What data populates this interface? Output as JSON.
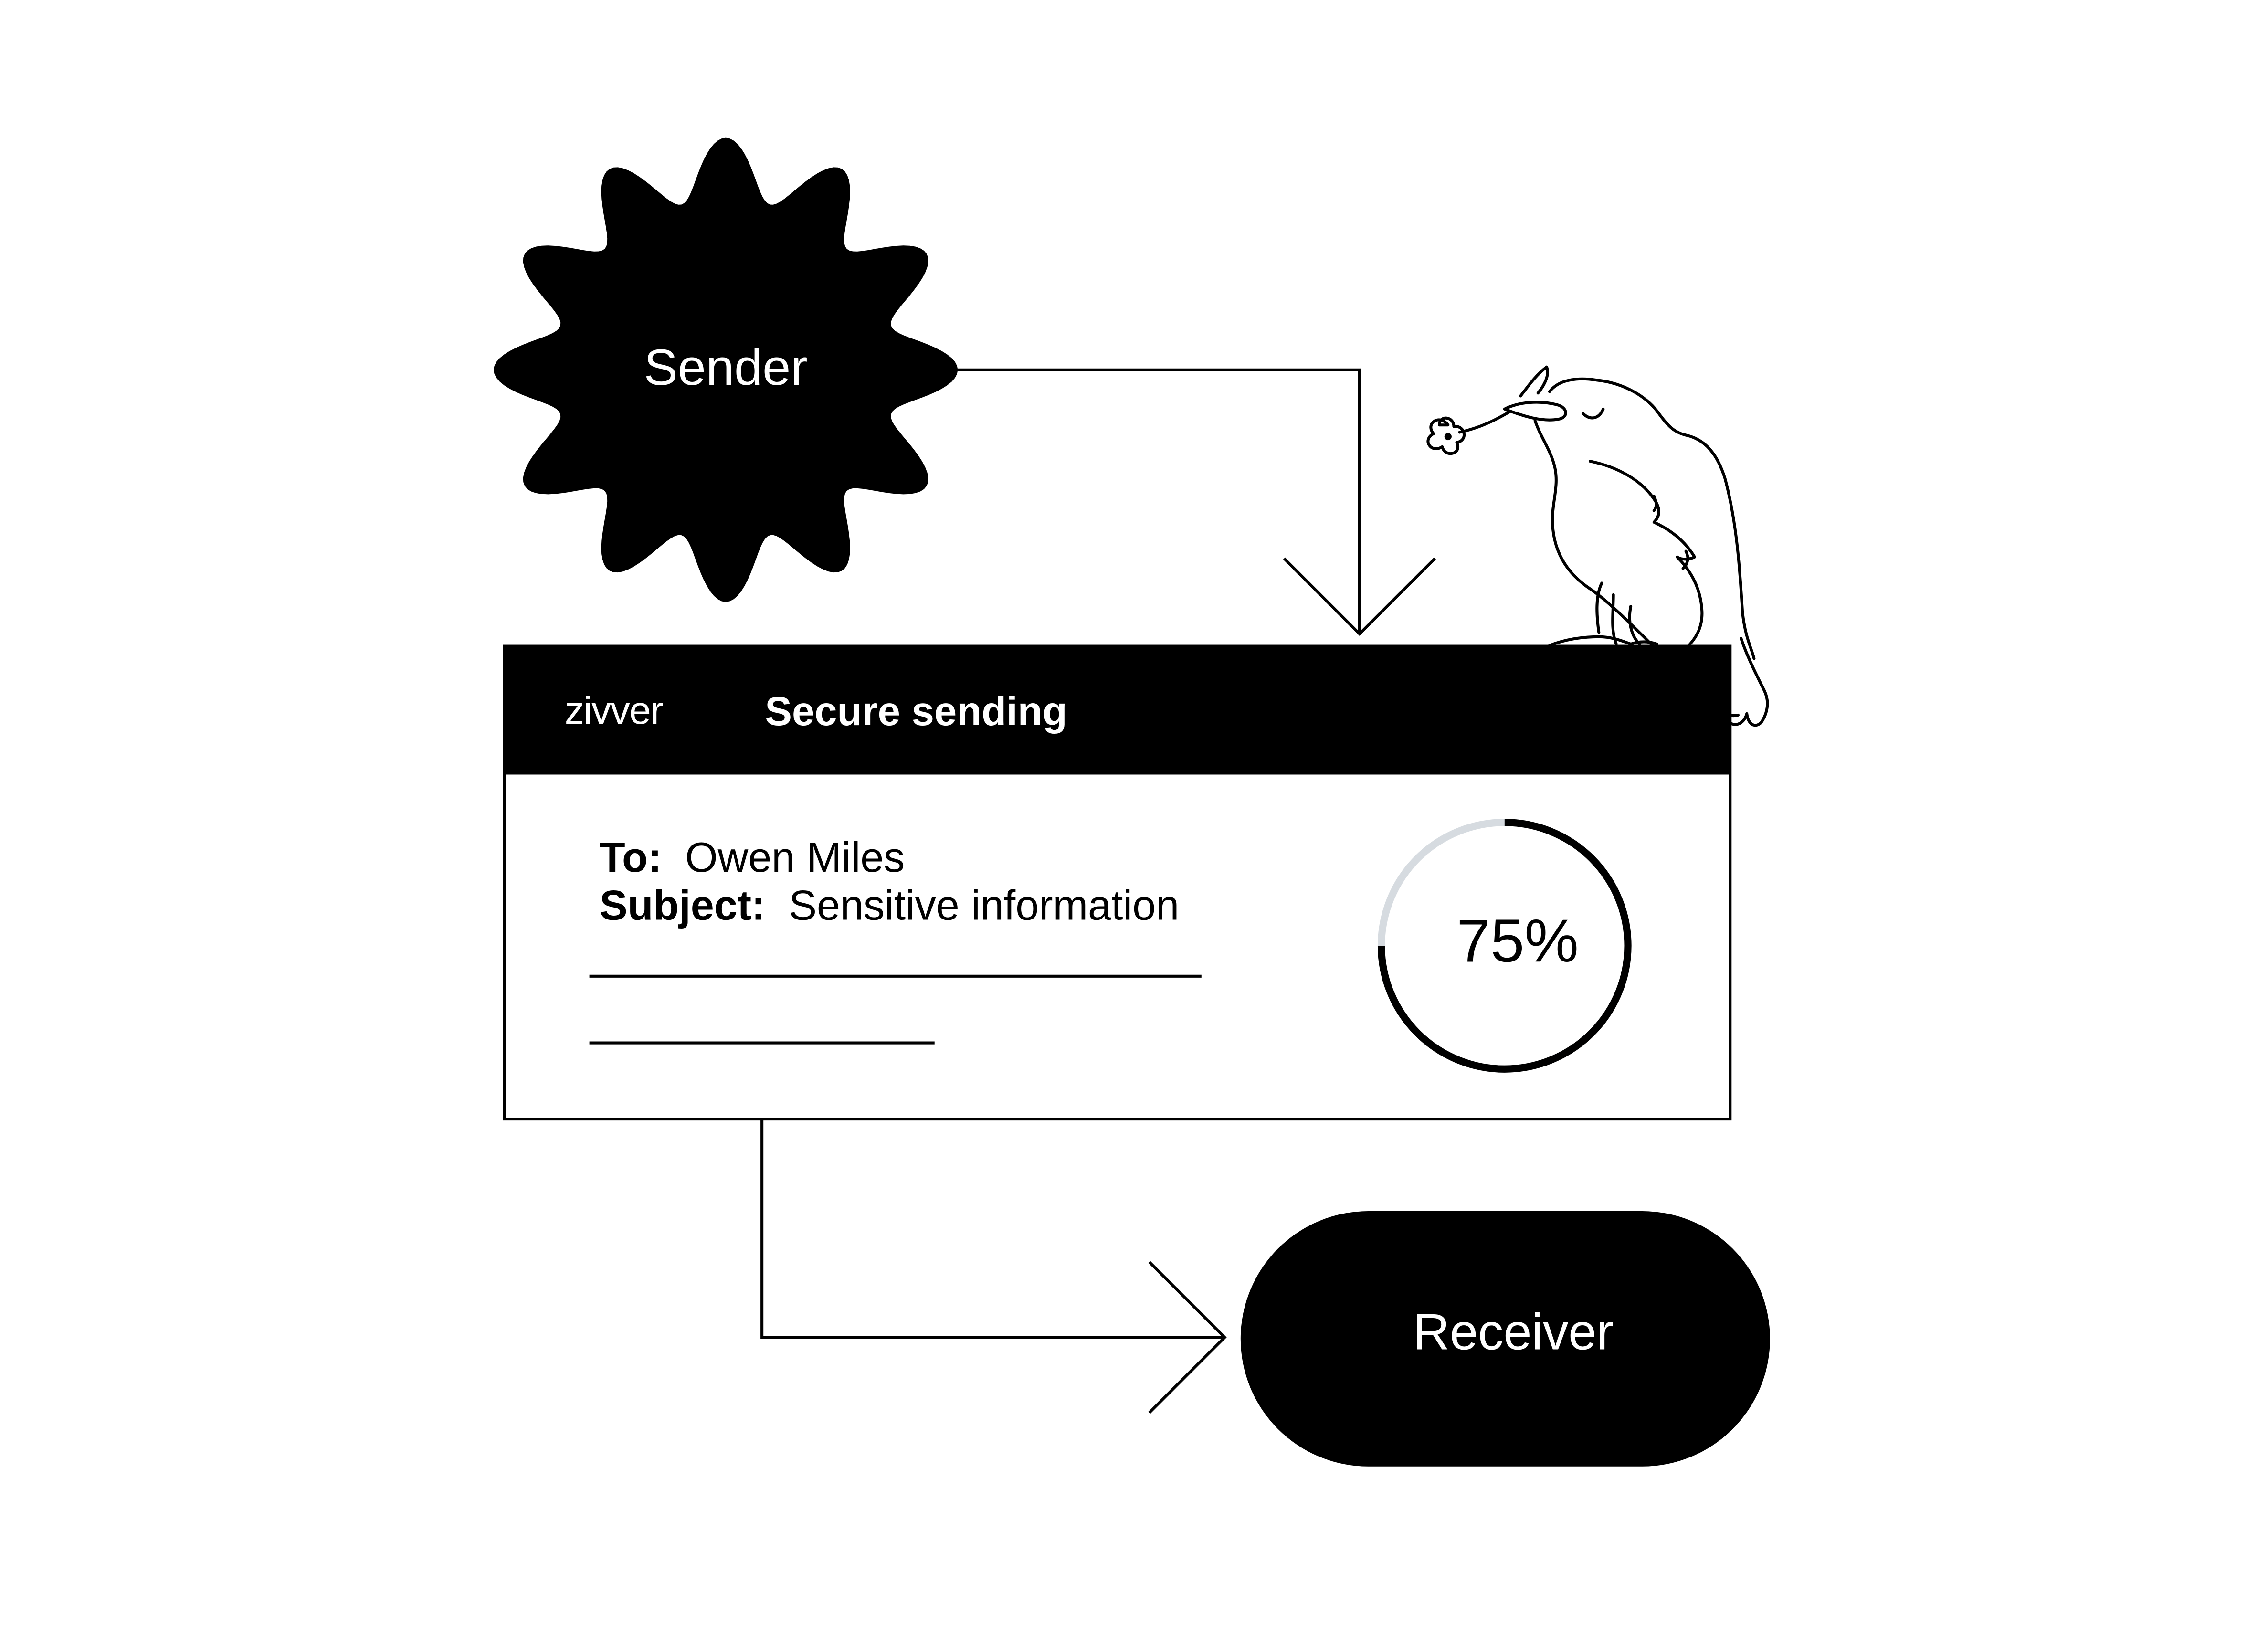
{
  "sender": {
    "label": "Sender"
  },
  "receiver": {
    "label": "Receiver"
  },
  "window": {
    "brand": "zivver",
    "title": "Secure sending",
    "to_label": "To:",
    "to_value": "Owen Miles",
    "subject_label": "Subject:",
    "subject_value": "Sensitive information"
  },
  "progress": {
    "label": "75%",
    "value": 0.75
  },
  "colors": {
    "ink": "#000000",
    "background": "#ffffff",
    "progress_track": "#d6dbe0"
  },
  "icons": {
    "bird": "bird-holding-flower-icon"
  }
}
